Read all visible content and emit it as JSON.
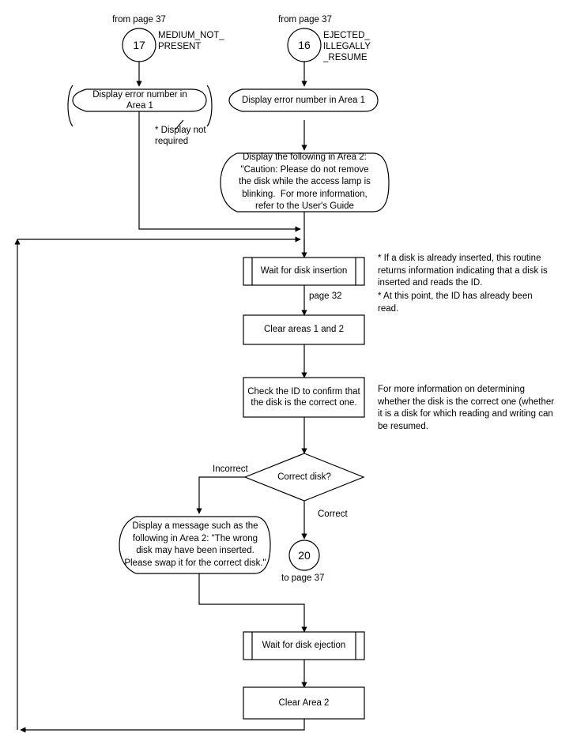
{
  "diagram": {
    "title": "Disk error handling flowchart",
    "stroke_color": "#000000",
    "background_color": "#ffffff"
  },
  "connectors": {
    "left_entry": {
      "from_label": "from page 37",
      "number": "17",
      "name": "MEDIUM_NOT_\nPRESENT"
    },
    "right_entry": {
      "from_label": "from page 37",
      "number": "16",
      "name": "EJECTED_\nILLEGALLY\n_RESUME"
    },
    "exit": {
      "number": "20",
      "to_label": "to page 37"
    }
  },
  "nodes": {
    "display_error_left": "Display error number in\nArea 1",
    "display_error_right": "Display error number in Area 1",
    "display_caution": "Display the following in Area 2:\n\"Caution: Please do not remove\nthe disk while the access lamp is\nblinking.  For more information,\nrefer to the User's Guide",
    "wait_insertion": "Wait for disk insertion",
    "clear_areas": "Clear areas 1 and 2",
    "check_id": "Check the ID to confirm that\nthe disk is the correct one.",
    "decision": "Correct disk?",
    "display_wrong_disk": "Display a message such as the\nfollowing in Area 2: \"The wrong\ndisk may have been inserted.\nPlease swap it for the correct disk.\"",
    "wait_ejection": "Wait for disk ejection",
    "clear_area_2": "Clear Area 2"
  },
  "edge_labels": {
    "display_not_required": "* Display not\nrequired",
    "page_32": "page 32",
    "incorrect": "Incorrect",
    "correct": "Correct"
  },
  "notes": {
    "note_insertion_1": "* If a disk is already inserted, this routine\nreturns information indicating that a disk is\ninserted and reads the ID.",
    "note_insertion_2": "* At this point, the ID has already been\nread.",
    "note_check_id": "For more information on determining\nwhether the disk is the correct one (whether\nit is a disk for which reading and writing can\nbe resumed."
  }
}
